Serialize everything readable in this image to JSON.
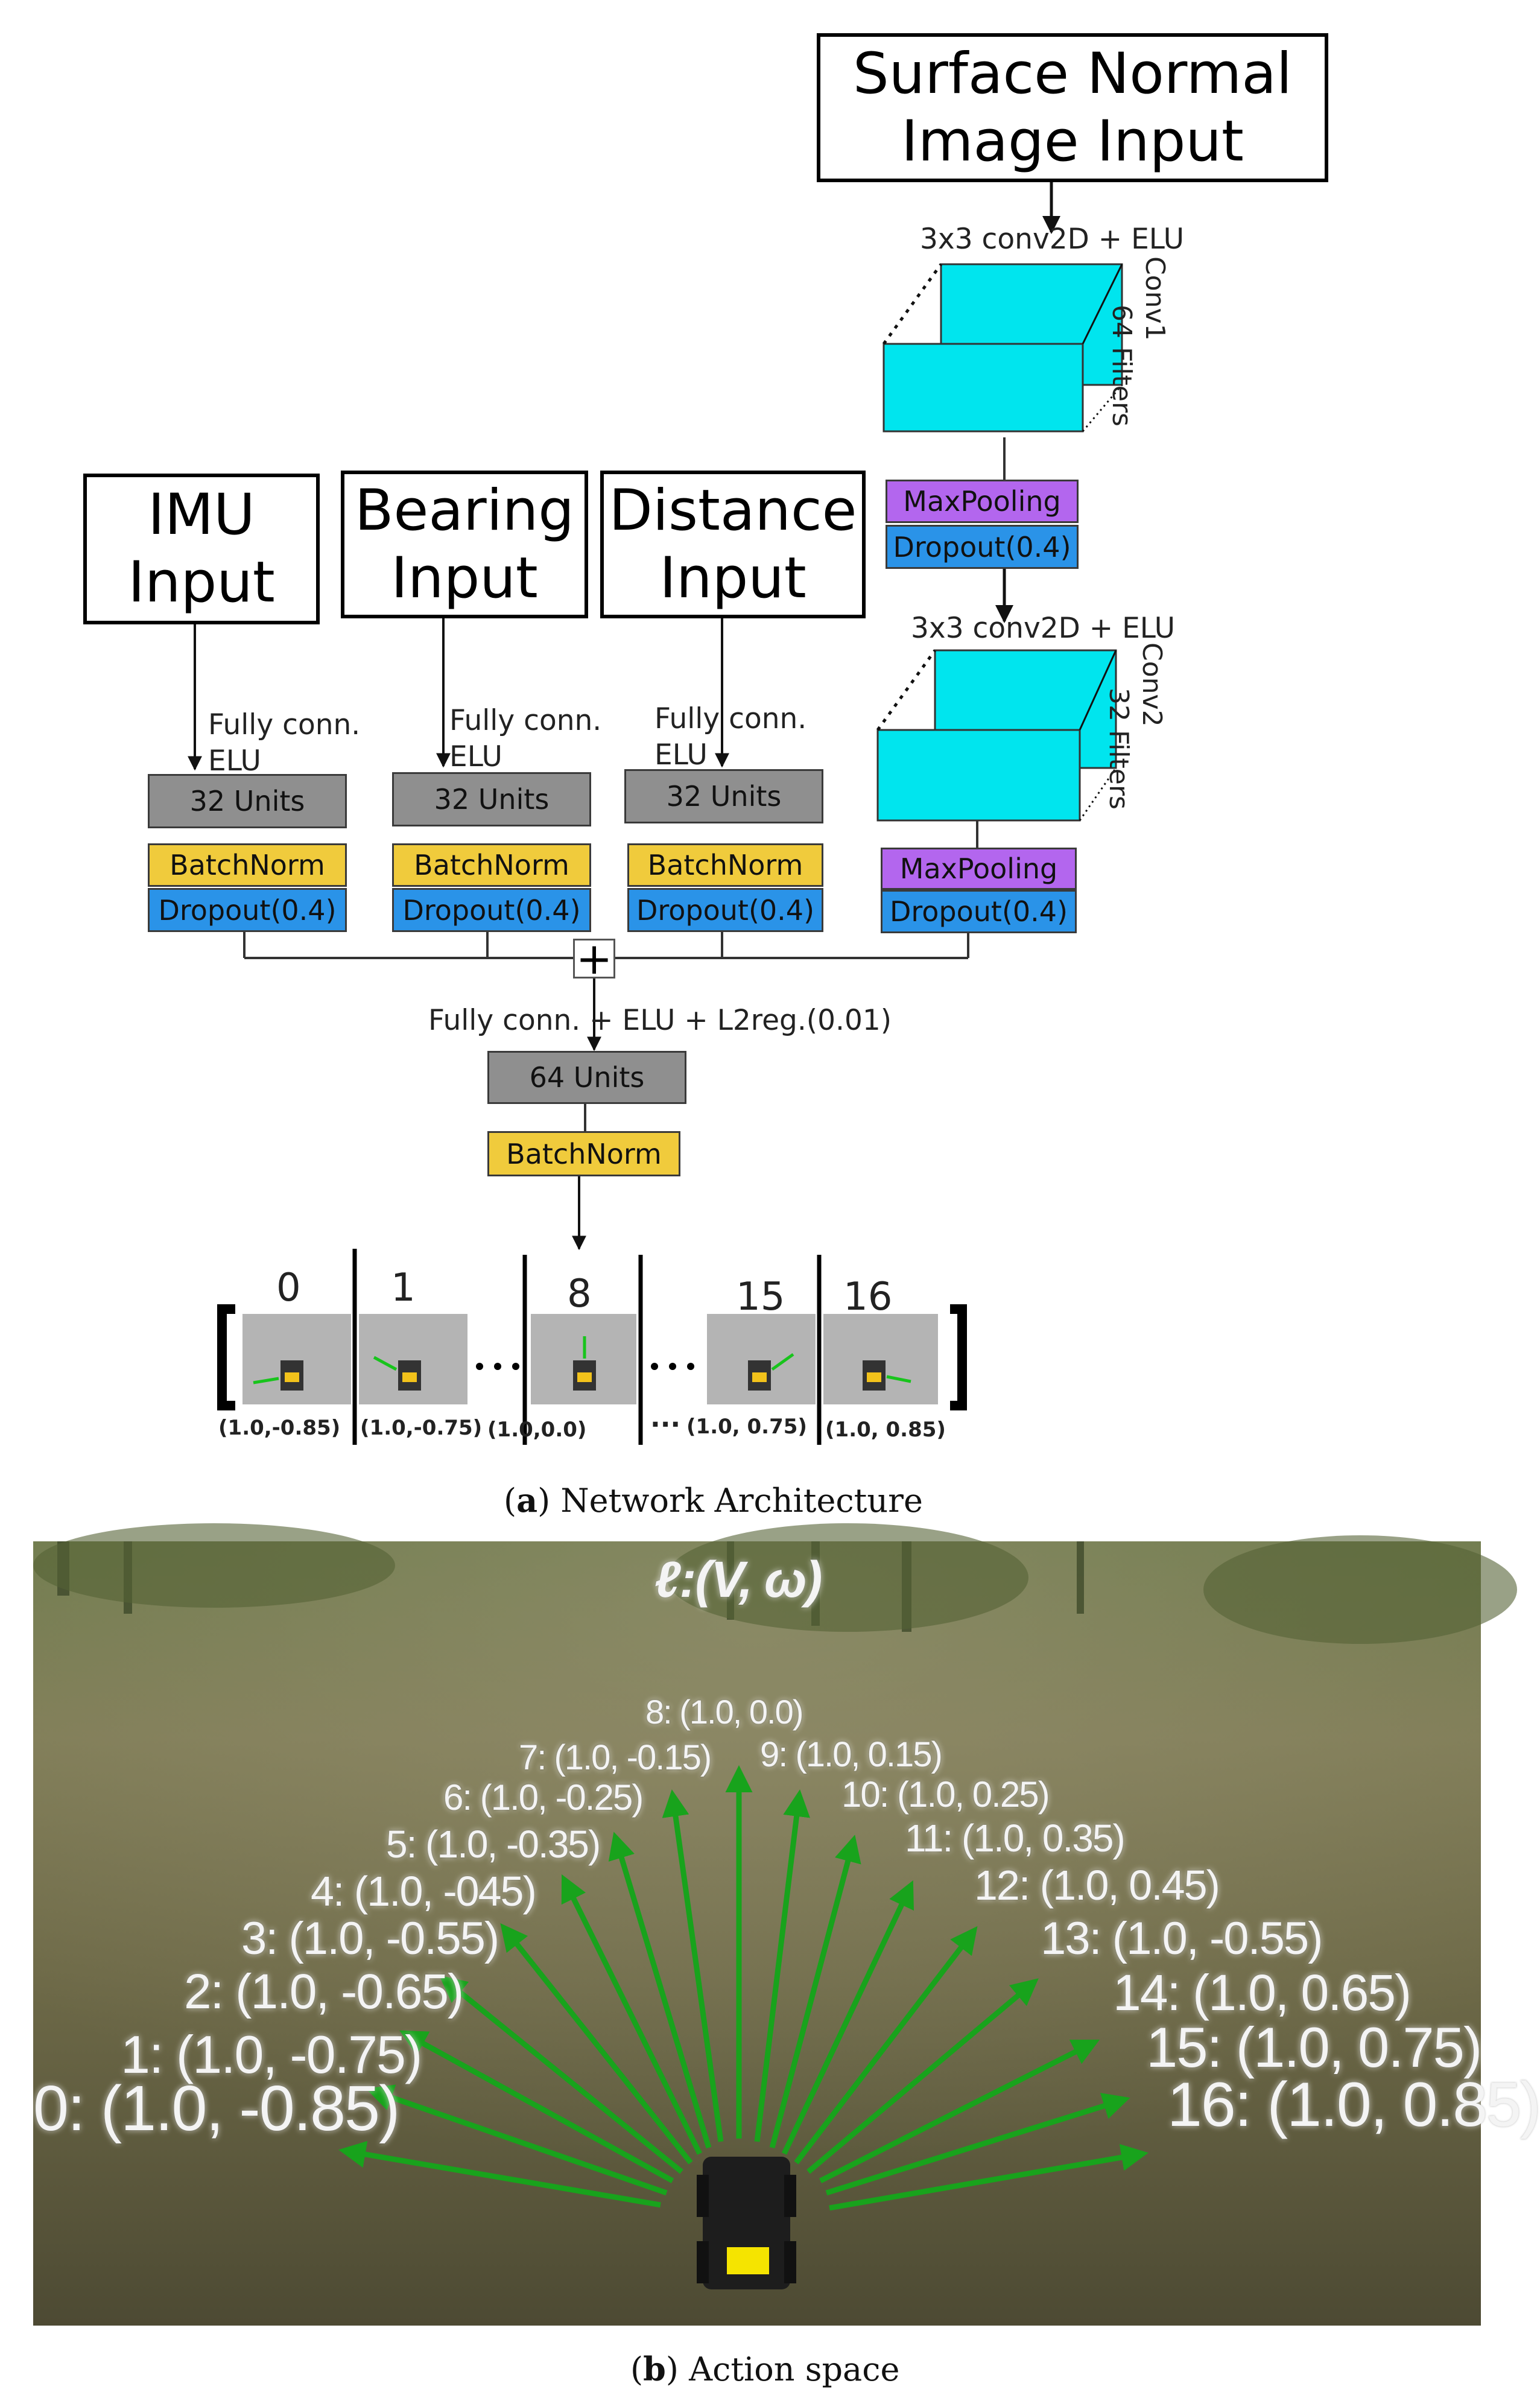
{
  "inputs": {
    "surface": "Surface Normal\nImage Input",
    "imu": "IMU\nInput",
    "bearing": "Bearing\nInput",
    "distance": "Distance\nInput"
  },
  "branches": {
    "fc_label": "Fully conn.",
    "elu_label": "ELU",
    "units": "32 Units",
    "batchnorm": "BatchNorm",
    "dropout": "Dropout(0.4)"
  },
  "conv": {
    "conv1_title": "3x3 conv2D + ELU",
    "conv1_side": "Conv1",
    "conv1_filters": "64 Filters",
    "conv2_title": "3x3 conv2D + ELU",
    "conv2_side": "Conv2",
    "conv2_filters": "32 Filters",
    "maxpool": "MaxPooling",
    "dropout": "Dropout(0.4)"
  },
  "merge": {
    "plus": "+",
    "fc_label": "Fully conn. + ELU + L2reg.(0.01)",
    "units": "64 Units",
    "batchnorm": "BatchNorm"
  },
  "output": {
    "indices": [
      "0",
      "1",
      "8",
      "15",
      "16"
    ],
    "values": [
      "(1.0,-0.85)",
      "(1.0,-0.75)",
      "(1.0,0.0)",
      "(1.0, 0.75)",
      "(1.0, 0.85)"
    ],
    "ellipsis": "···"
  },
  "captions": {
    "a_letter": "a",
    "a_text": "Network Architecture",
    "b_letter": "b",
    "b_text": "Action space"
  },
  "action_space": {
    "header": "ℓ:(V, ω)",
    "labels": [
      "0: (1.0, -0.85)",
      "1: (1.0, -0.75)",
      "2: (1.0, -0.65)",
      "3: (1.0, -0.55)",
      "4: (1.0, -045)",
      "5: (1.0, -0.35)",
      "6: (1.0, -0.25)",
      "7: (1.0, -0.15)",
      "8: (1.0, 0.0)",
      "9: (1.0, 0.15)",
      "10: (1.0, 0.25)",
      "11: (1.0, 0.35)",
      "12: (1.0, 0.45)",
      "13: (1.0, -0.55)",
      "14: (1.0, 0.65)",
      "15: (1.0, 0.75)",
      "16: (1.0, 0.85)"
    ]
  },
  "colors": {
    "cyan": "#00e5ee",
    "gray": "#8f8f8f",
    "yellow": "#f0cb3c",
    "blue": "#2a93e8",
    "purple": "#b366ee",
    "arrow_green": "#18a31c"
  }
}
